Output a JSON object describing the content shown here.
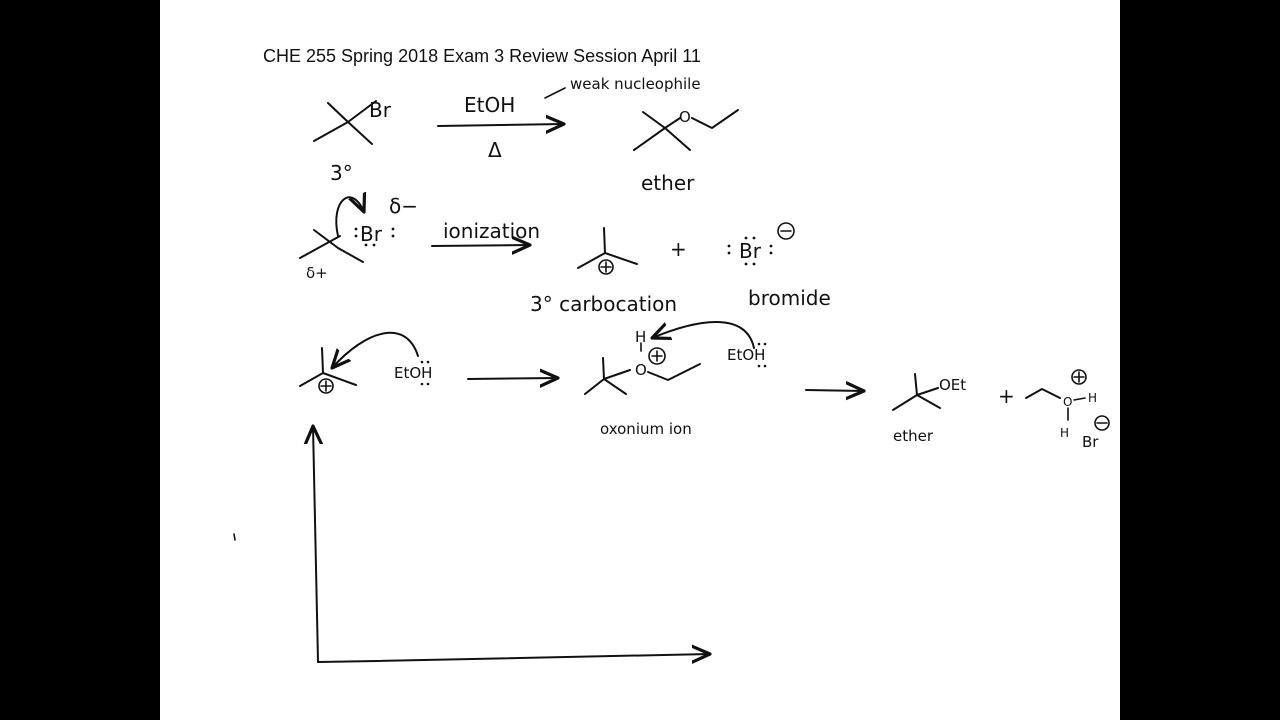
{
  "title": "CHE 255 Spring 2018 Exam 3 Review Session April 11",
  "row1": {
    "reactant_halogen": "Br",
    "reagent": "EtOH",
    "condition": "Δ",
    "note": "weak nucleophile",
    "degree_label": "3°",
    "product_oxygen": "O",
    "product_label": "ether"
  },
  "row2": {
    "partial_negative": "δ−",
    "partial_positive": "δ+",
    "leaving_group": "Br",
    "step_label": "ionization",
    "plus": "+",
    "bromide_symbol": "Br",
    "cation_label": "3° carbocation",
    "anion_label": "bromide"
  },
  "row3": {
    "nucleophile_1": "EtOH",
    "oxonium_h": "H",
    "oxonium_o": "O",
    "nucleophile_2": "EtOH",
    "oxonium_label": "oxonium ion",
    "product_group": "OEt",
    "plus": "+",
    "product_label": "ether",
    "ethanol_o": "O",
    "ethanol_h_right": "H",
    "ethanol_h_bottom": "H",
    "counter_ion": "Br"
  },
  "colors": {
    "background": "#000000",
    "page": "#ffffff",
    "ink": "#111111"
  }
}
